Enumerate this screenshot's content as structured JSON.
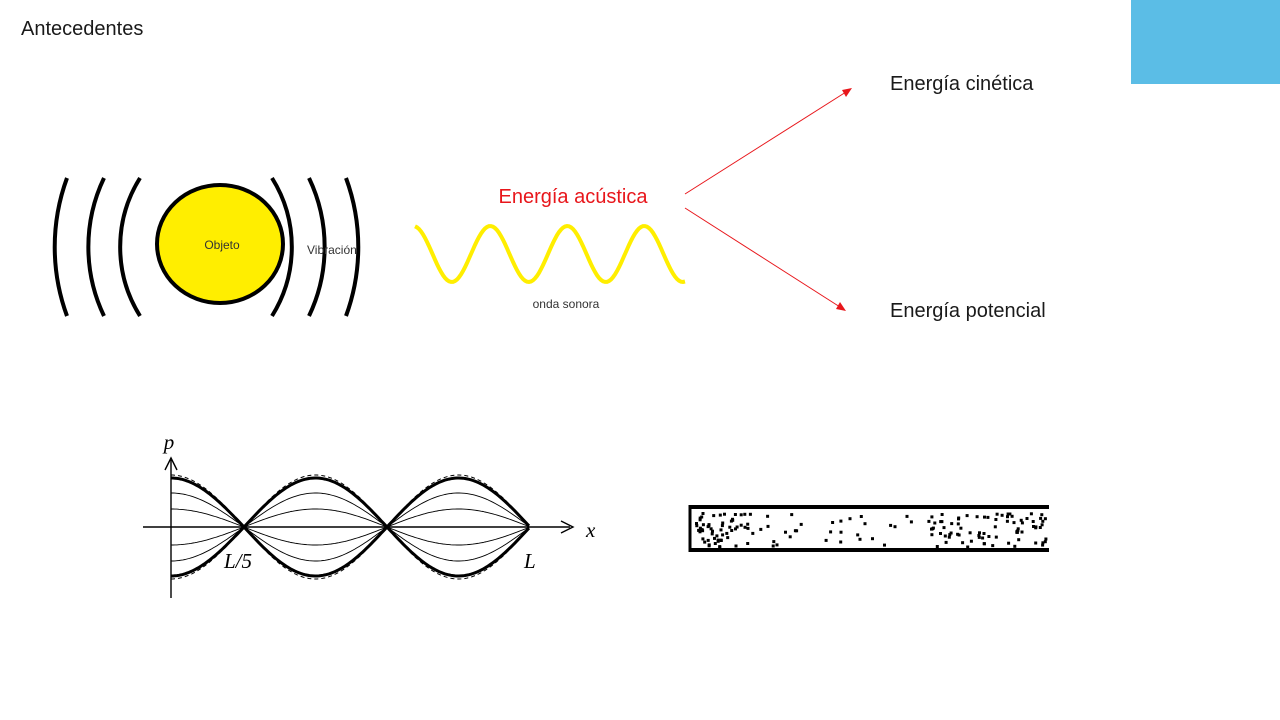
{
  "slide": {
    "title": "Antecedentes"
  },
  "source": {
    "object_label": "Objeto",
    "vibration_label": "Vibración"
  },
  "wave": {
    "label": "onda sonora"
  },
  "energy": {
    "acoustic": "Energía acústica",
    "kinetic": "Energía cinética",
    "potential": "Energía potencial"
  },
  "standing_wave": {
    "y_axis_label": "p",
    "x_axis_label": "x",
    "node_label": "L/5",
    "end_label": "L"
  },
  "colors": {
    "accent": "#5bbde6",
    "object_fill": "#ffee00",
    "wave": "#ffee00",
    "acoustic_text": "#e8161b",
    "arrow": "#e8161b"
  }
}
